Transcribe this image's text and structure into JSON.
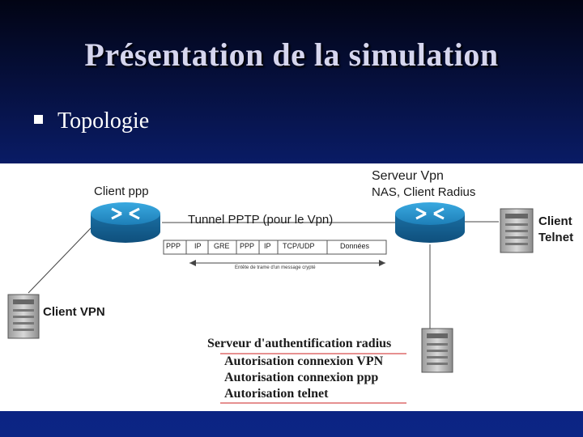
{
  "slide": {
    "title": "Présentation de la simulation",
    "bullet": "Topologie"
  },
  "diagram": {
    "client_ppp": "Client ppp",
    "serveur_vpn": "Serveur Vpn",
    "nas_client_radius": "NAS, Client Radius",
    "tunnel_label": "Tunnel PPTP (pour le Vpn)",
    "packet_fields": [
      "PPP",
      "IP",
      "GRE",
      "PPP",
      "IP",
      "TCP/UDP",
      "Données"
    ],
    "tunnel_caption": "Entête de trame d'un message crypté",
    "client_telnet_1": "Client",
    "client_telnet_2": "Telnet",
    "client_vpn": "Client VPN",
    "radius_server": "Serveur d'authentification radius",
    "auth_items": [
      "Autorisation connexion VPN",
      "Autorisation connexion ppp",
      "Autorisation telnet"
    ]
  },
  "colors": {
    "background_top": "#020414",
    "background_bottom": "#0c2585",
    "router": "#1d8ac4",
    "underline": "#cc2222"
  }
}
